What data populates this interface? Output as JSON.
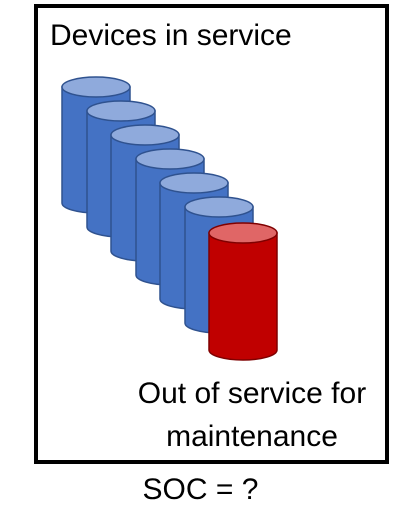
{
  "labels": {
    "title": "Devices in service",
    "out_of_service": "Out of service for maintenance",
    "soc": "SOC = ?"
  },
  "colors": {
    "in_service_body": "#4472c4",
    "in_service_top": "#8faadc",
    "in_service_stroke": "#2f528f",
    "out_of_service_body": "#c00000",
    "out_of_service_top": "#e06666",
    "out_of_service_stroke": "#7f0000",
    "frame": "#000000"
  },
  "devices": {
    "in_service_count": 6,
    "out_of_service_count": 1
  }
}
